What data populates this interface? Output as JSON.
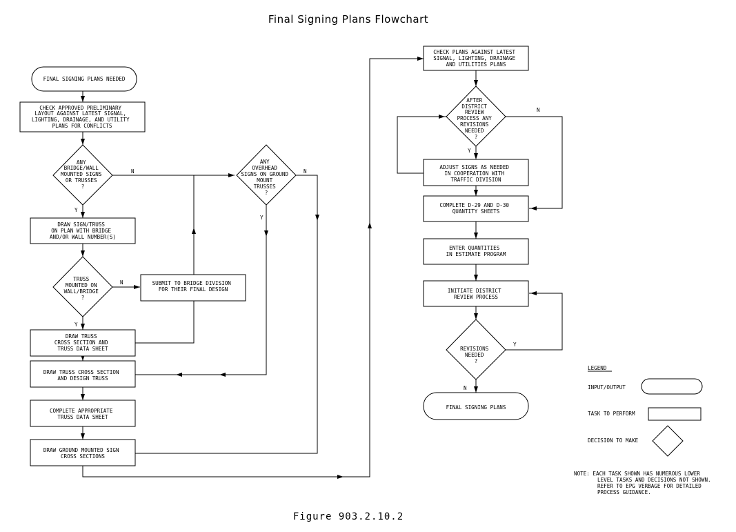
{
  "title": "Final Signing Plans Flowchart",
  "figure_caption": "Figure 903.2.10.2",
  "nodes": {
    "start": [
      "FINAL SIGNING PLANS NEEDED"
    ],
    "check_layout": [
      "CHECK APPROVED PRELIMINARY",
      "LAYOUT AGAINST LATEST SIGNAL,",
      "LIGHTING, DRAINAGE, AND UTILITY",
      "PLANS FOR CONFLICTS"
    ],
    "dec_bridge_wall": [
      "ANY",
      "BRIDGE/WALL",
      "MOUNTED SIGNS",
      "OR TRUSSES",
      "?"
    ],
    "draw_sign_truss": [
      "DRAW SIGN/TRUSS",
      "ON PLAN WITH BRIDGE",
      "AND/OR WALL NUMBER(S)"
    ],
    "dec_truss_mounted": [
      "TRUSS",
      "MOUNTED ON",
      "WALL/BRIDGE",
      "?"
    ],
    "submit_bridge": [
      "SUBMIT TO BRIDGE DIVISION",
      "FOR THEIR FINAL DESIGN"
    ],
    "draw_truss_cross": [
      "DRAW TRUSS",
      "CROSS SECTION AND",
      "TRUSS DATA SHEET"
    ],
    "draw_truss_design": [
      "DRAW TRUSS CROSS SECTION",
      "AND DESIGN TRUSS"
    ],
    "complete_truss_data": [
      "COMPLETE APPROPRIATE",
      "TRUSS DATA SHEET"
    ],
    "draw_ground": [
      "DRAW GROUND MOUNTED SIGN",
      "CROSS SECTIONS"
    ],
    "dec_overhead": [
      "ANY",
      "OVERHEAD",
      "SIGNS ON GROUND",
      "MOUNT",
      "TRUSSES",
      "?"
    ],
    "check_plans": [
      "CHECK PLANS AGAINST LATEST",
      "SIGNAL, LIGHTING, DRAINAGE",
      "AND UTILITIES PLANS"
    ],
    "dec_district": [
      "AFTER",
      "DISTRICT",
      "REVIEW",
      "PROCESS ANY",
      "REVISIONS",
      "NEEDED",
      "?"
    ],
    "adjust_signs": [
      "ADJUST SIGNS AS NEEDED",
      "IN COOPERATION WITH",
      "TRAFFIC DIVISION"
    ],
    "complete_d29": [
      "COMPLETE D-29 AND D-30",
      "QUANTITY SHEETS"
    ],
    "enter_quantities": [
      "ENTER QUANTITIES",
      "IN ESTIMATE PROGRAM"
    ],
    "initiate_review": [
      "INITIATE DISTRICT",
      "REVIEW PROCESS"
    ],
    "dec_revisions": [
      "REVISIONS",
      "NEEDED",
      "?"
    ],
    "end": [
      "FINAL SIGNING PLANS"
    ]
  },
  "edge_labels": {
    "yes": "Y",
    "no": "N"
  },
  "legend": {
    "heading": "LEGEND",
    "input_output": "INPUT/OUTPUT",
    "task": "TASK TO PERFORM",
    "decision": "DECISION TO MAKE"
  },
  "note": [
    "NOTE: EACH TASK SHOWN HAS NUMEROUS LOWER",
    "LEVEL TASKS AND DECISIONS NOT SHOWN.",
    "REFER TO EPG VERBAGE FOR DETAILED",
    "PROCESS GUIDANCE."
  ]
}
